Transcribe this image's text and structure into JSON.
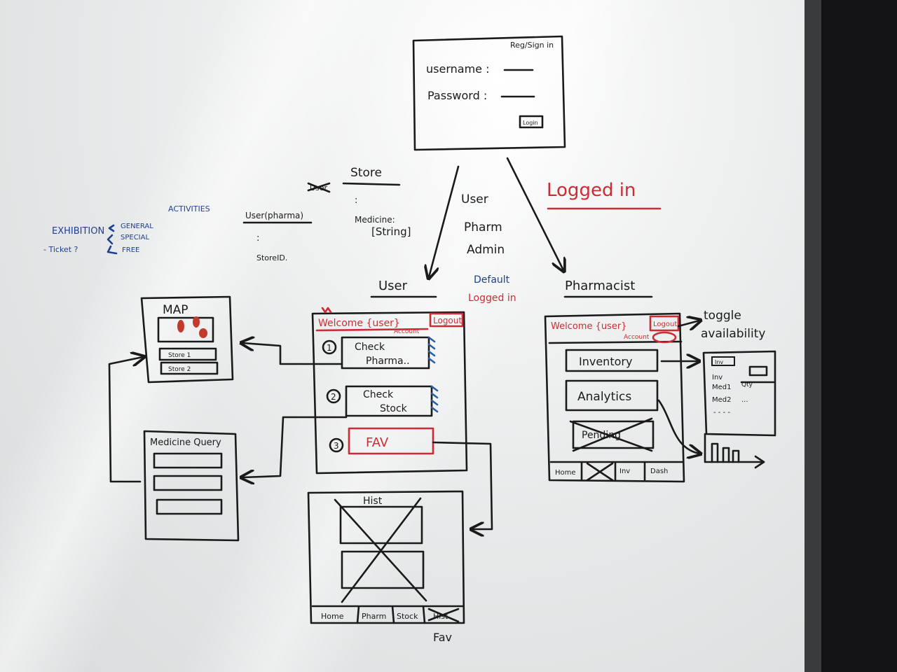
{
  "login": {
    "title": "Reg/Sign in",
    "username_label": "username :",
    "password_label": "Password :",
    "button": "Login"
  },
  "flow": {
    "roles": [
      "User",
      "Pharm",
      "Admin"
    ],
    "logged_in": "Logged in",
    "default_logged_in": [
      "Default",
      "Logged in"
    ]
  },
  "schema": {
    "store_title": "Store",
    "user_struck": "User",
    "store_dots": ":",
    "medicine_field": "Medicine:",
    "medicine_type": "[String]",
    "user_pharma": "User(pharma)",
    "user_pharma_dots": ":",
    "store_id": "StoreID."
  },
  "notes": {
    "exhibition": "EXHIBITION",
    "ticket": "- Ticket ?",
    "activities": "ACTIVITIES",
    "options": [
      "GENERAL",
      "SPECIAL",
      "FREE"
    ]
  },
  "user_screen": {
    "heading": "User",
    "welcome": "Welcome {user}",
    "logout": "Logout",
    "account": "Account",
    "items": [
      {
        "num": "1",
        "line1": "Check",
        "line2": "Pharma.."
      },
      {
        "num": "2",
        "line1": "Check",
        "line2": "Stock"
      },
      {
        "num": "3",
        "line1": "FAV",
        "line2": ""
      }
    ]
  },
  "map_screen": {
    "title": "MAP",
    "stores": [
      "Store 1",
      "Store 2"
    ]
  },
  "medicine_query": {
    "title": "Medicine Query"
  },
  "hist_screen": {
    "title": "Hist",
    "nav": [
      "Home",
      "Pharm",
      "Stock",
      "Hist"
    ],
    "fav_note": "Fav"
  },
  "pharmacist_screen": {
    "heading": "Pharmacist",
    "welcome": "Welcome {user}",
    "logout": "Logout",
    "account": "Account",
    "items": [
      "Inventory",
      "Analytics",
      "Pending"
    ],
    "nav": [
      "Home",
      "Inv",
      "Dash"
    ],
    "toggle_note": [
      "toggle",
      "availability"
    ]
  },
  "inventory_screen": {
    "header": "Inv",
    "col_label": "Inv",
    "row1": "Med1",
    "row1_extra": "Qty",
    "row2": "Med2",
    "row2_extra": "...",
    "row3": "- - - -"
  },
  "colors": {
    "marker_black": "#1a1a1a",
    "marker_red": "#cf2b35",
    "marker_blue": "#1f3f8f"
  }
}
